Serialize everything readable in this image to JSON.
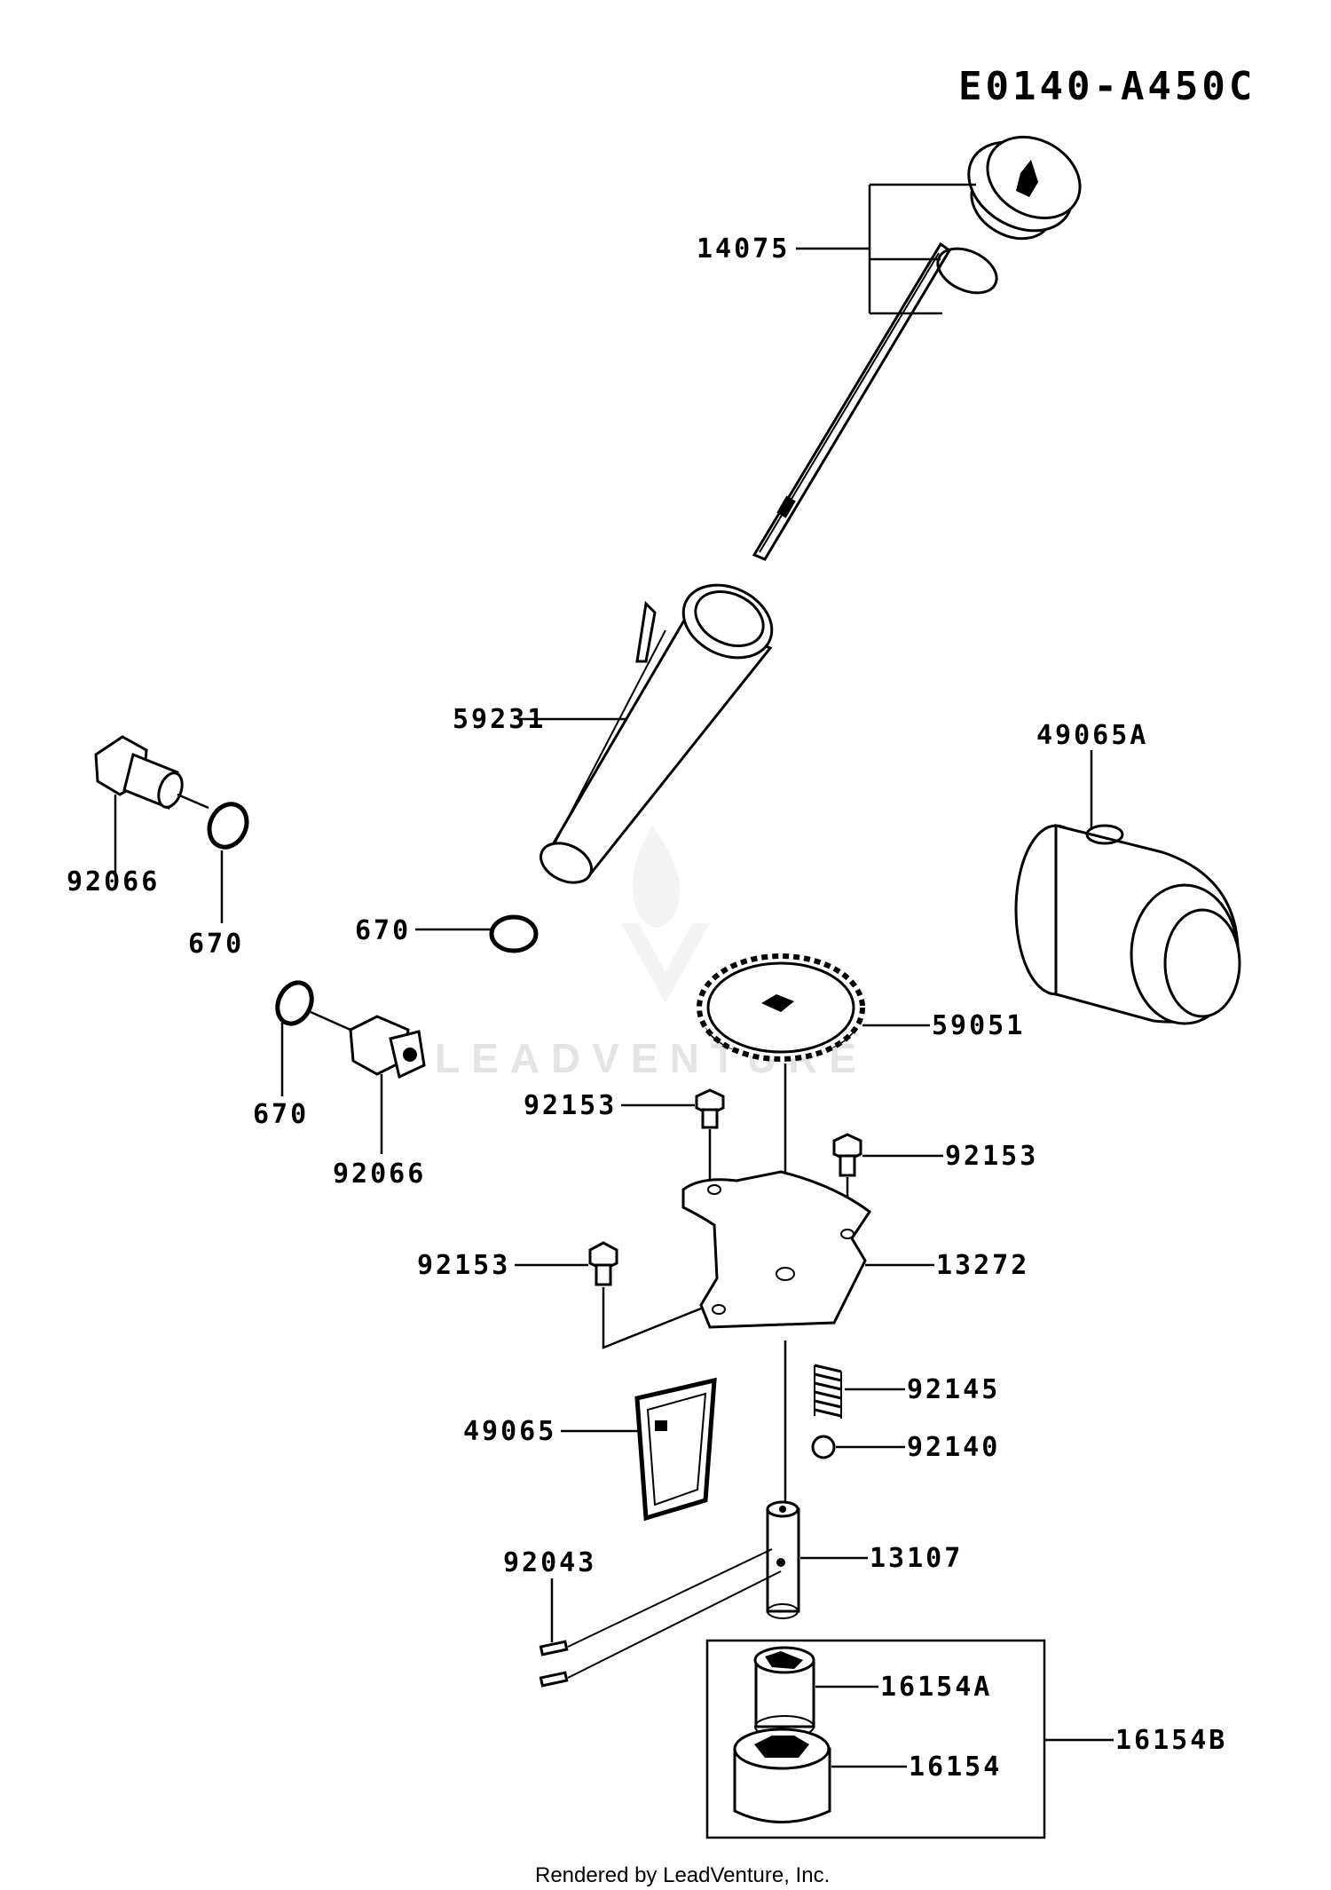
{
  "diagram_code": "E0140-A450C",
  "footer": "Rendered by LeadVenture, Inc.",
  "watermark": "LEADVENTURE",
  "callouts": {
    "c14075": "14075",
    "c59231": "59231",
    "c49065A": "49065A",
    "c92066_top": "92066",
    "c670_top": "670",
    "c670_mid": "670",
    "c670_left": "670",
    "c92066_bottom": "92066",
    "c59051": "59051",
    "c92153_a": "92153",
    "c92153_b": "92153",
    "c92153_c": "92153",
    "c13272": "13272",
    "c92145": "92145",
    "c92140": "92140",
    "c49065": "49065",
    "c92043": "92043",
    "c13107": "13107",
    "c16154A": "16154A",
    "c16154": "16154",
    "c16154B": "16154B"
  }
}
